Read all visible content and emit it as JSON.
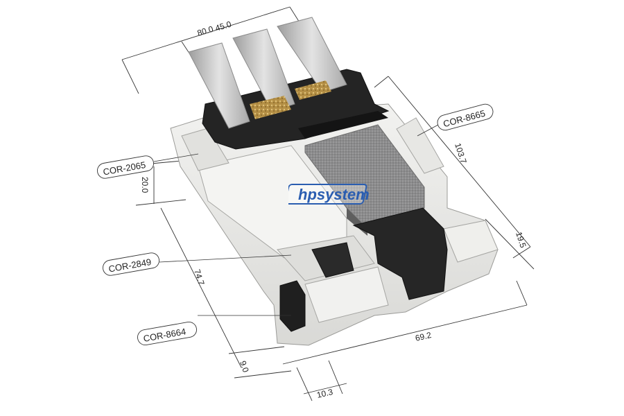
{
  "labels": {
    "cor_2065": "COR-2065",
    "cor_8665": "COR-8665",
    "cor_2849": "COR-2849",
    "cor_8664": "COR-8664"
  },
  "dimensions": {
    "d_80": "80.0",
    "d_45": "45.0",
    "d_103_7": "103.7",
    "d_20": "20.0",
    "d_19_5": "19.5",
    "d_74_7": "74.7",
    "d_69_2": "69.2",
    "d_9": "9.0",
    "d_10_3": "10.3"
  },
  "logo": {
    "text": "hpsystem",
    "color": "#2a5db0"
  },
  "colors": {
    "profile_white": "#e8e8e6",
    "profile_shade": "#d2d2cf",
    "gasket_black": "#1e1e1e",
    "insulation_grey": "#8f8f90",
    "glass_grey": "#b9b9b9",
    "foam_gold": "#b99a52"
  }
}
